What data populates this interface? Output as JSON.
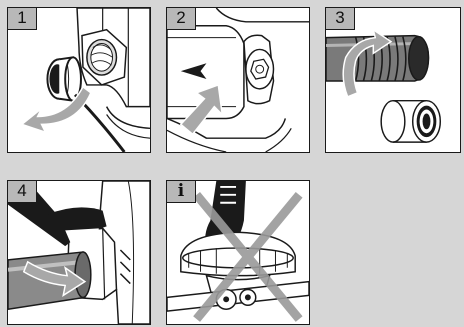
{
  "panels": [
    {
      "label": "1"
    },
    {
      "label": "2"
    },
    {
      "label": "3"
    },
    {
      "label": "4"
    },
    {
      "label": "i"
    }
  ],
  "colors": {
    "background": "#d6d6d6",
    "badge": "#b8b8b8",
    "arrow": "#a8a8a8",
    "cross": "#9a9a9a",
    "line": "#1a1a1a"
  }
}
